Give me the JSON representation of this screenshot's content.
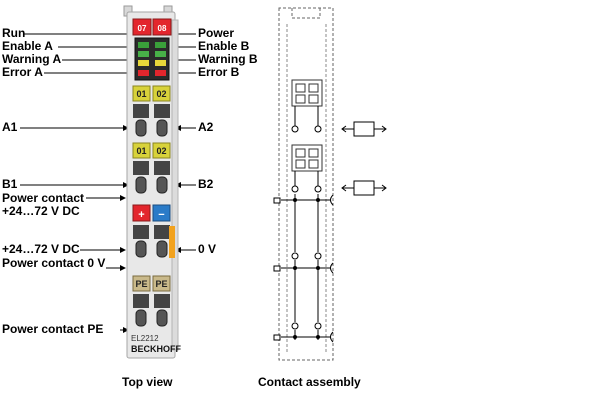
{
  "left_labels": {
    "run": "Run",
    "enable_a": "Enable A",
    "warning_a": "Warning A",
    "error_a": "Error A",
    "a1": "A1",
    "b1": "B1",
    "power_contact": "Power contact",
    "voltage_1": "+24…72 V DC",
    "voltage_2": "+24…72 V DC",
    "power_contact_0v": "Power contact 0 V",
    "power_contact_pe": "Power contact PE"
  },
  "right_labels": {
    "power": "Power",
    "enable_b": "Enable B",
    "warning_b": "Warning B",
    "error_b": "Error B",
    "a2": "A2",
    "b2": "B2",
    "zero_v": "0 V"
  },
  "module": {
    "led_left": "07",
    "led_right": "08",
    "ch_top_1": "01",
    "ch_top_2": "02",
    "ch_mid_1": "01",
    "ch_mid_2": "02",
    "plus": "+",
    "minus": "−",
    "pe_1": "PE",
    "pe_2": "PE",
    "model": "EL2212",
    "brand": "BECKHOFF"
  },
  "captions": {
    "top_view": "Top view",
    "contact_assembly": "Contact assembly"
  },
  "colors": {
    "red": "#e3262d",
    "yellow": "#d8d23a",
    "blue": "#2a7bc8",
    "orange": "#f2a21e",
    "green": "#3aa03a",
    "body": "#e8e8e8"
  }
}
